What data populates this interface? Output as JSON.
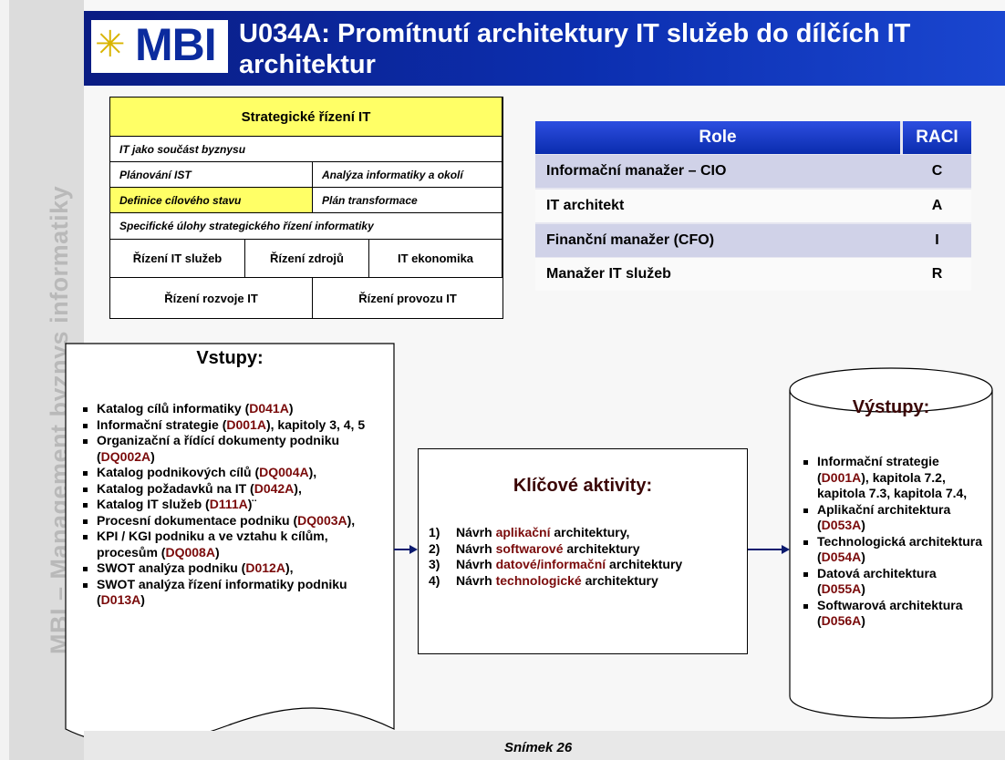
{
  "sidebar": {
    "vertical_text": "MBI – Management byznys informatiky"
  },
  "header": {
    "logo_text": "MBI",
    "logo_icon": "sun-star-icon",
    "title": "U034A: Promítnutí architektury IT služeb do dílčích IT architektur"
  },
  "strategy_table": {
    "heading": "Strategické řízení IT",
    "row1": "IT jako součást byznysu",
    "row2_left": "Plánování IST",
    "row2_right": "Analýza informatiky a okolí",
    "row3_left": "Definice cílového stavu",
    "row3_right": "Plán transformace",
    "row4": "Specifické úlohy strategického řízení informatiky",
    "row5": [
      "Řízení IT služeb",
      "Řízení  zdrojů",
      "IT ekonomika"
    ],
    "row6": [
      "Řízení rozvoje IT",
      "Řízení provozu IT"
    ]
  },
  "raci": {
    "header_role": "Role",
    "header_raci": "RACI",
    "rows": [
      {
        "role": "Informační manažer – CIO",
        "value": "C"
      },
      {
        "role": "IT architekt",
        "value": "A"
      },
      {
        "role": "Finanční manažer (CFO)",
        "value": "I"
      },
      {
        "role": "Manažer IT služeb",
        "value": "R"
      }
    ]
  },
  "inputs": {
    "title": "Vstupy:",
    "items": [
      {
        "pre": "Katalog cílů informatiky (",
        "code": "D041A",
        "post": ")"
      },
      {
        "pre": "Informační strategie (",
        "code": "D001A",
        "post": "), kapitoly 3, 4, 5"
      },
      {
        "pre": "Organizační a řídící dokumenty podniku (",
        "code": "DQ002A",
        "post": ")"
      },
      {
        "pre": "Katalog podnikových cílů (",
        "code": "DQ004A",
        "post": "),"
      },
      {
        "pre": "Katalog požadavků na IT (",
        "code": "D042A",
        "post": "),"
      },
      {
        "pre": "Katalog IT služeb (",
        "code": "D111A",
        "post": ")¨"
      },
      {
        "pre": "Procesní dokumentace podniku (",
        "code": "DQ003A",
        "post": "),"
      },
      {
        "pre": "KPI / KGI podniku a ve vztahu k cílům, procesům (",
        "code": "DQ008A",
        "post": ")"
      },
      {
        "pre": "SWOT analýza podniku (",
        "code": "D012A",
        "post": "),"
      },
      {
        "pre": "SWOT analýza řízení informatiky podniku (",
        "code": "D013A",
        "post": ")"
      }
    ]
  },
  "activities": {
    "title": "Klíčové aktivity:",
    "items": [
      {
        "num": "1)",
        "pre": "Návrh ",
        "hl": "aplikační",
        "post": " architektury,"
      },
      {
        "num": "2)",
        "pre": "Návrh ",
        "hl": "softwarové",
        "post": " architektury"
      },
      {
        "num": "3)",
        "pre": "Návrh ",
        "hl": "datové/informační",
        "post": " architektury"
      },
      {
        "num": "4)",
        "pre": "Návrh ",
        "hl": "technologické",
        "post": " architektury"
      }
    ]
  },
  "outputs": {
    "title": "Výstupy:",
    "items": [
      {
        "pre": "Informační strategie (",
        "code": "D001A",
        "post": "), kapitola 7.2, kapitola 7.3, kapitola 7.4,"
      },
      {
        "pre": "Aplikační architektura (",
        "code": "D053A",
        "post": ")"
      },
      {
        "pre": "Technologická architektura (",
        "code": "D054A",
        "post": ")"
      },
      {
        "pre": "Datová architektura (",
        "code": "D055A",
        "post": ")"
      },
      {
        "pre": "Softwarová architektura (",
        "code": "D056A",
        "post": ")"
      }
    ]
  },
  "footer": {
    "slide_label": "Snímek  26"
  },
  "colors": {
    "header_blue": "#0a1c83",
    "highlight_yellow": "#ffff66",
    "code_red": "#7a0a0a",
    "arrow": "#0a1a6e"
  }
}
